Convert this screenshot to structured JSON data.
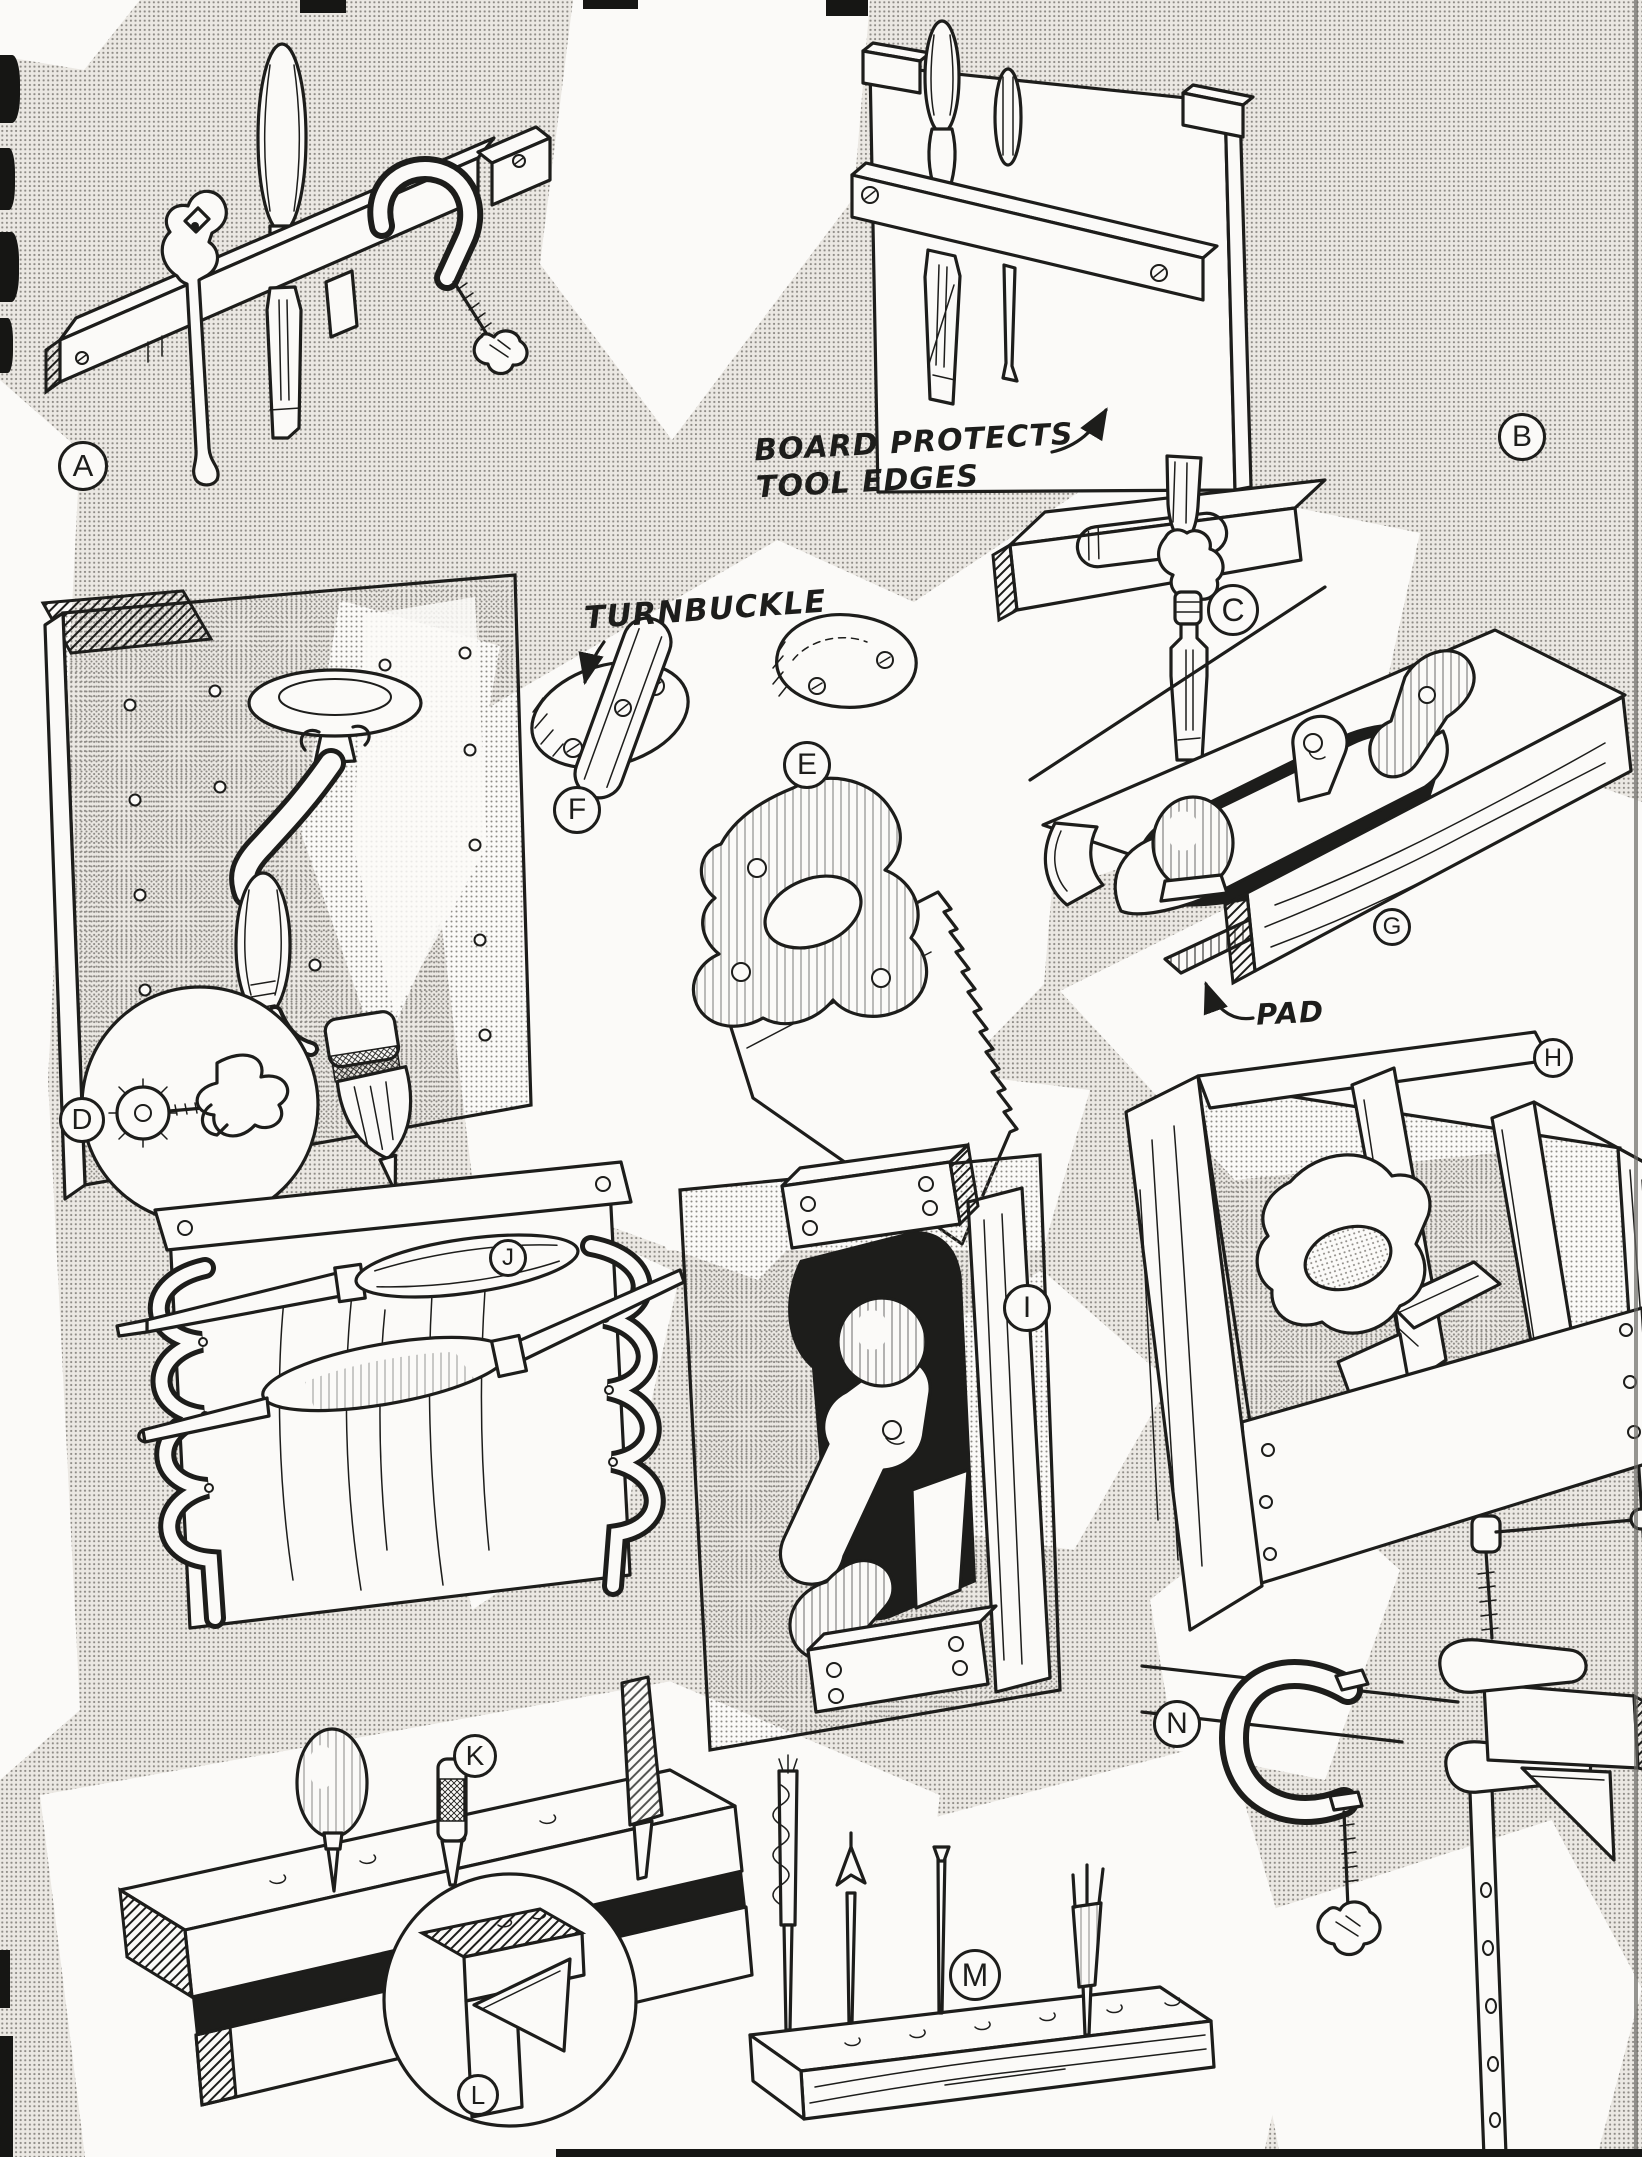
{
  "figure": {
    "labels": [
      {
        "letter": "A"
      },
      {
        "letter": "B"
      },
      {
        "letter": "C"
      },
      {
        "letter": "D"
      },
      {
        "letter": "E"
      },
      {
        "letter": "F"
      },
      {
        "letter": "G"
      },
      {
        "letter": "H"
      },
      {
        "letter": "I"
      },
      {
        "letter": "J"
      },
      {
        "letter": "K"
      },
      {
        "letter": "L"
      },
      {
        "letter": "M"
      },
      {
        "letter": "N"
      }
    ],
    "annotations": {
      "board_note_line1": "BOARD PROTECTS",
      "board_note_line2": "TOOL EDGES",
      "turnbuckle_note": "TURNBUCKLE",
      "pad_note": "PAD"
    },
    "colors": {
      "ink": "#1d1d1b",
      "paper": "#fbfaf8",
      "halftone_dot": "#8e8b86"
    }
  }
}
